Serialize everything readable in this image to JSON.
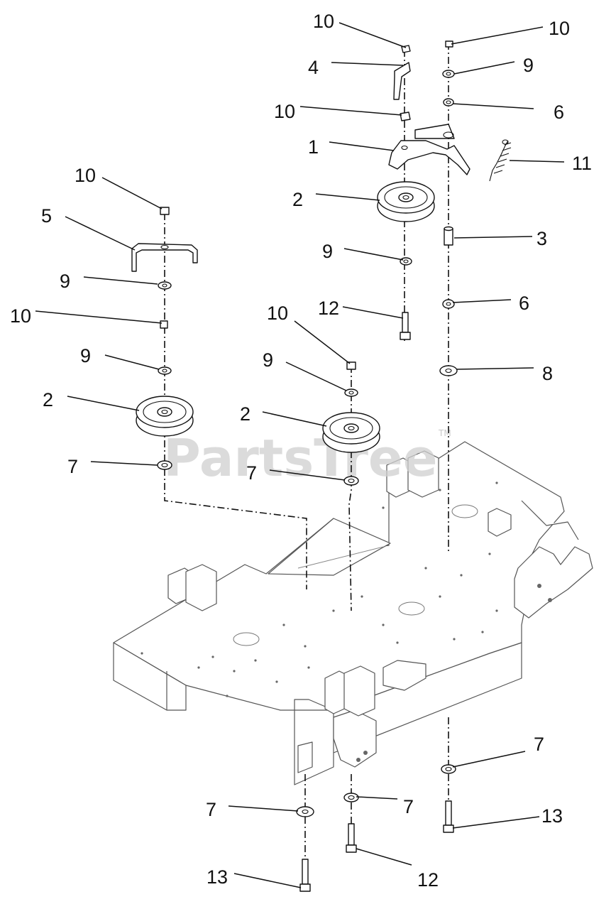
{
  "watermark": {
    "text": "PartsTree",
    "tm": "TM"
  },
  "callouts": [
    {
      "id": "c1",
      "label": "10"
    },
    {
      "id": "c2",
      "label": "4"
    },
    {
      "id": "c3",
      "label": "10"
    },
    {
      "id": "c4",
      "label": "1"
    },
    {
      "id": "c5",
      "label": "2"
    },
    {
      "id": "c6",
      "label": "9"
    },
    {
      "id": "c7",
      "label": "12"
    },
    {
      "id": "c8",
      "label": "10"
    },
    {
      "id": "c9",
      "label": "9"
    },
    {
      "id": "c10",
      "label": "6"
    },
    {
      "id": "c11",
      "label": "11"
    },
    {
      "id": "c12",
      "label": "3"
    },
    {
      "id": "c13",
      "label": "6"
    },
    {
      "id": "c14",
      "label": "8"
    },
    {
      "id": "c15",
      "label": "10"
    },
    {
      "id": "c16",
      "label": "5"
    },
    {
      "id": "c17",
      "label": "9"
    },
    {
      "id": "c18",
      "label": "10"
    },
    {
      "id": "c19",
      "label": "9"
    },
    {
      "id": "c20",
      "label": "2"
    },
    {
      "id": "c21",
      "label": "7"
    },
    {
      "id": "c22",
      "label": "10"
    },
    {
      "id": "c23",
      "label": "9"
    },
    {
      "id": "c24",
      "label": "2"
    },
    {
      "id": "c25",
      "label": "7"
    },
    {
      "id": "c26",
      "label": "7"
    },
    {
      "id": "c27",
      "label": "13"
    },
    {
      "id": "c28",
      "label": "7"
    },
    {
      "id": "c29",
      "label": "7"
    },
    {
      "id": "c30",
      "label": "12"
    },
    {
      "id": "c31",
      "label": "13"
    }
  ]
}
